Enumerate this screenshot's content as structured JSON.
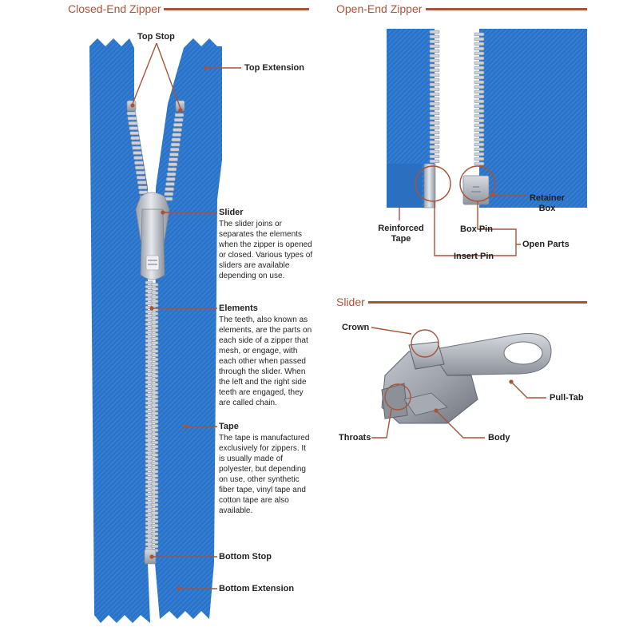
{
  "colors": {
    "tape_blue": "#2a73c8",
    "tooth_gray": "#c9ccd3",
    "accent": "#a8533a",
    "leader": "#a8533a"
  },
  "sections": {
    "closed_end": "Closed-End Zipper",
    "open_end": "Open-End Zipper",
    "slider": "Slider"
  },
  "closed_labels": {
    "top_stop": "Top Stop",
    "top_extension": "Top Extension",
    "slider": "Slider",
    "slider_desc": "The slider joins or separates the elements when the zipper is opened or closed. Various types of sliders are available depending on use.",
    "elements": "Elements",
    "elements_desc": "The teeth, also known as elements, are the parts on each side of a zipper that mesh, or engage, with each other when passed through the slider. When the left and the right side teeth are engaged, they are called chain.",
    "tape": "Tape",
    "tape_desc": "The tape is manufactured exclusively for zippers. It is usually made of polyester, but depending on use, other synthetic fiber tape, vinyl tape and cotton tape are also available.",
    "bottom_stop": "Bottom Stop",
    "bottom_extension": "Bottom Extension"
  },
  "open_labels": {
    "reinforced_tape_1": "Reinforced",
    "reinforced_tape_2": "Tape",
    "retainer_box_1": "Retainer",
    "retainer_box_2": "Box",
    "box_pin": "Box Pin",
    "open_parts": "Open Parts",
    "insert_pin": "Insert Pin"
  },
  "slider_labels": {
    "crown": "Crown",
    "pull_tab": "Pull-Tab",
    "throats": "Throats",
    "body": "Body"
  }
}
